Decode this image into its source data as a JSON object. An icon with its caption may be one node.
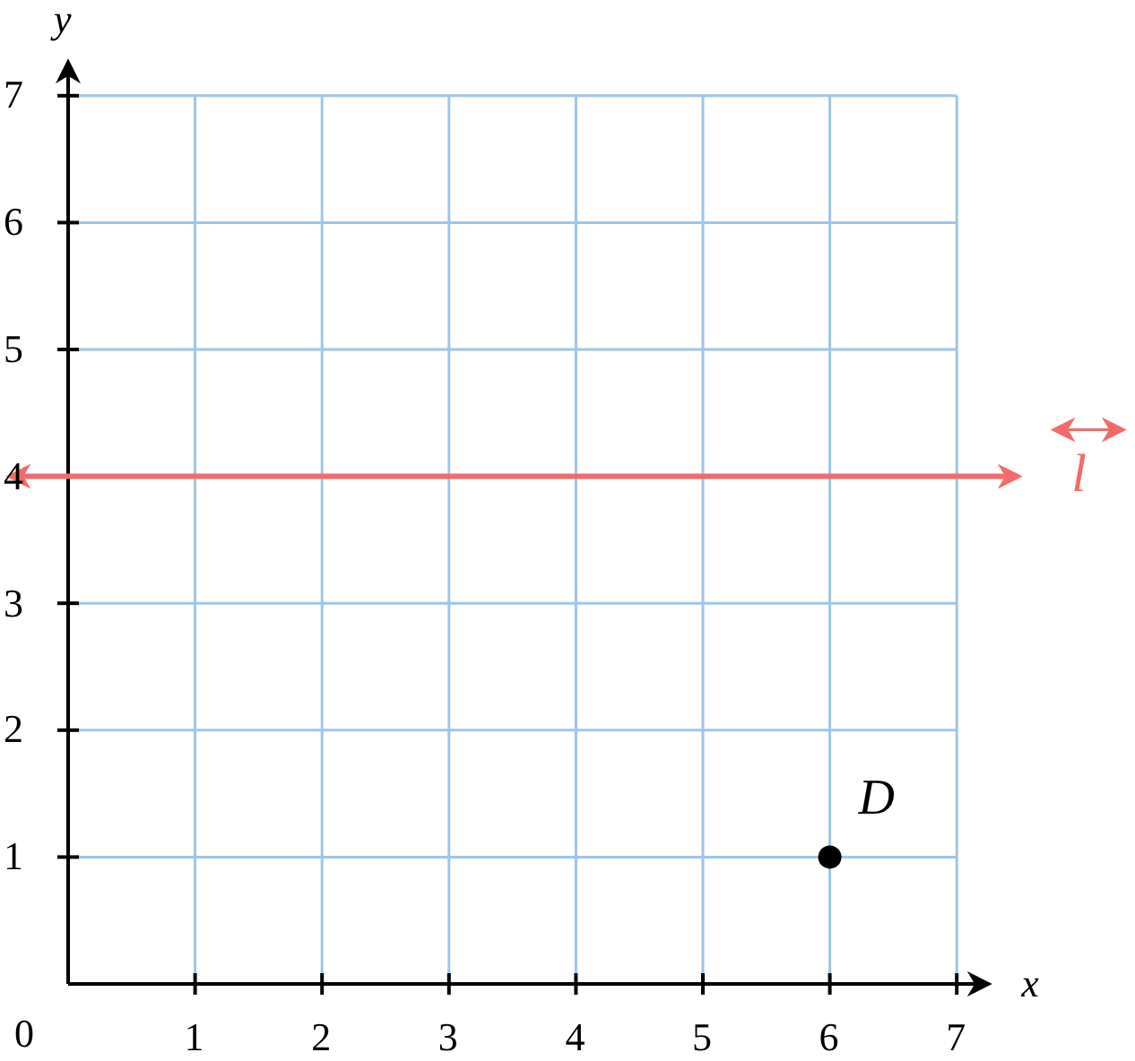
{
  "diagram": {
    "labels": [
      "0"
    ],
    "chart_data": {
      "type": "scatter",
      "xlabel": "x",
      "ylabel": "y",
      "x": [
        6
      ],
      "series": [
        {
          "color": "#000000",
          "values": [
            1
          ]
        }
      ],
      "xlim": [
        0,
        7
      ],
      "ylim": [
        0,
        7
      ],
      "xticks": [
        1,
        2,
        3,
        4,
        5,
        6,
        7
      ],
      "yticks": [
        1,
        2,
        3,
        4,
        5,
        6,
        7
      ],
      "grid": true,
      "ref_lines": [
        {
          "axis": "y",
          "value": 4,
          "label": "l",
          "color": "#f26b6b"
        }
      ],
      "annotations": [
        {
          "x": 6,
          "y": 1,
          "text": "D"
        }
      ]
    }
  }
}
